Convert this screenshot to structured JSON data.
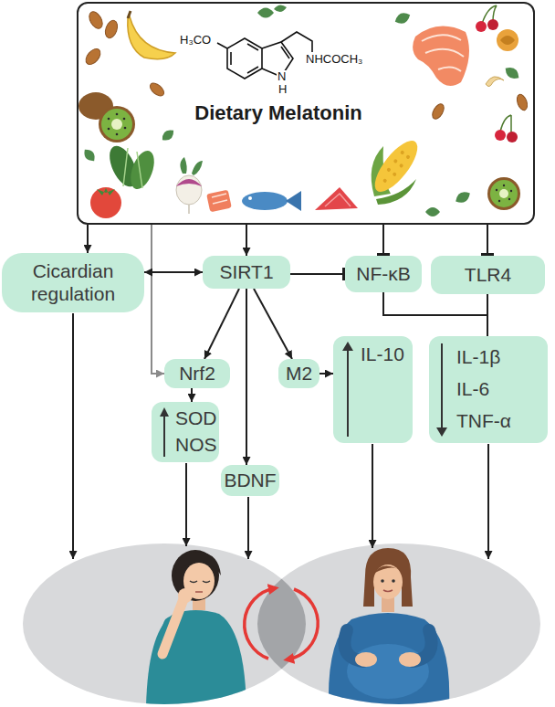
{
  "diagram": {
    "nodes": [
      {
        "text": [
          "Dietary Melatonin"
        ]
      },
      {
        "text": [
          "Cicardian regulation"
        ]
      },
      {
        "text": [
          "SIRT1"
        ]
      },
      {
        "text": [
          "NF-κB"
        ]
      },
      {
        "text": [
          "TLR4"
        ]
      },
      {
        "text": [
          "Nrf2"
        ]
      },
      {
        "text": [
          "M2"
        ]
      },
      {
        "text": [
          "IL-10"
        ]
      },
      {
        "text": [
          "IL-1β",
          "IL-6",
          "TNF-α"
        ]
      },
      {
        "text": [
          "SOD",
          "NOS"
        ]
      },
      {
        "text": [
          "BDNF"
        ]
      }
    ],
    "edges": [
      {
        "from": 0,
        "to": 1,
        "arrow": "to"
      },
      {
        "from": 0,
        "to": 5,
        "arrow": "to"
      },
      {
        "from": 0,
        "to": 2,
        "arrow": "to"
      },
      {
        "from": 0,
        "to": 3,
        "arrow": "to"
      },
      {
        "from": 0,
        "to": 4,
        "arrow": "to"
      },
      {
        "from": 1,
        "to": 2,
        "arrow": "both"
      },
      {
        "from": 2,
        "to": 3,
        "arrow": "to"
      },
      {
        "from": 2,
        "to": 5,
        "arrow": "to"
      },
      {
        "from": 2,
        "to": 6,
        "arrow": "to"
      },
      {
        "from": 2,
        "to": 10,
        "arrow": "to"
      },
      {
        "from": 5,
        "to": 9,
        "arrow": "to"
      },
      {
        "from": 6,
        "to": 7,
        "arrow": "to"
      },
      {
        "from": 3,
        "to": 8,
        "arrow": "none"
      },
      {
        "from": 4,
        "to": 8,
        "arrow": "none"
      }
    ],
    "labels": [
      "H₃CO",
      "N",
      "H",
      "NHCOCH₃"
    ]
  }
}
